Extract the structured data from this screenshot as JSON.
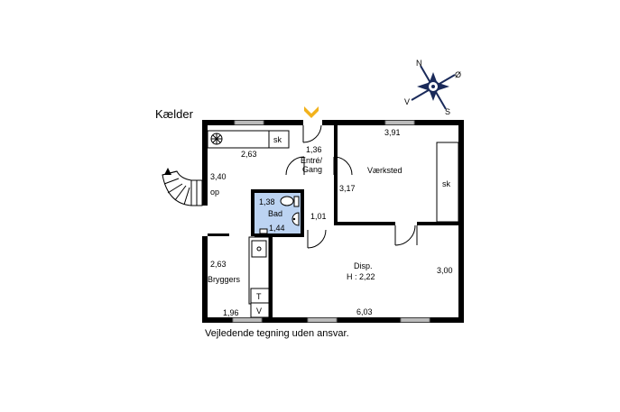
{
  "floor_title": "Kælder",
  "disclaimer": "Vejledende tegning uden ansvar.",
  "compass": {
    "n": "N",
    "o": "Ø",
    "s": "S",
    "v": "V"
  },
  "rooms": {
    "entre_area": "1,36",
    "entre_name_1": "Entré/",
    "entre_name_2": "Gang",
    "vaerksted_width": "3,91",
    "vaerksted_name": "Værksted",
    "vaerksted_height": "3,17",
    "vaerksted_closet": "sk",
    "top_left_closet": "sk",
    "top_left_dim": "2,63",
    "stair_dim": "3,40",
    "stair_label": "op",
    "bad_dim_1": "1,38",
    "bad_name": "Bad",
    "bad_dim_2": "1,44",
    "corridor_dim": "1,01",
    "bryggers_dim": "2,63",
    "bryggers_name": "Bryggers",
    "bryggers_width": "1,96",
    "appliance_t": "T",
    "appliance_v": "V",
    "disp_name": "Disp.",
    "disp_height": "H : 2,22",
    "disp_width": "6,03",
    "disp_depth": "3,00"
  }
}
